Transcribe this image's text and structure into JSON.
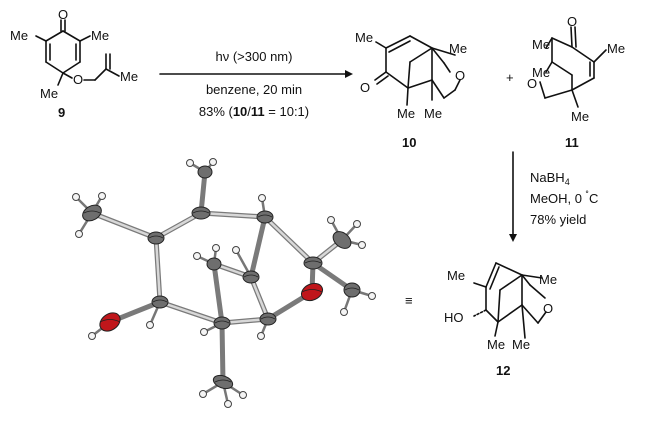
{
  "reaction1": {
    "line1_prefix": "hν (>300 nm)",
    "line2": "benzene, 20 min",
    "line3_a": "83% (",
    "line3_b": "10",
    "line3_c": "/",
    "line3_d": "11",
    "line3_e": " = 10:1)"
  },
  "reaction2": {
    "reagent": "NaBH",
    "reagent_sub": "4",
    "line2_a": "MeOH, 0 ",
    "line2_deg": "˚",
    "line2_b": "C",
    "line3": "78% yield"
  },
  "compounds": {
    "c9": "9",
    "c10": "10",
    "c11": "11",
    "c12": "12",
    "plus": "+"
  },
  "atoms": {
    "O": "O",
    "Me": "Me",
    "HO": "HO",
    "equiv": "≡"
  },
  "colors": {
    "oxygen": "#c0161b",
    "carbon": "#6e6e6e",
    "hydrogen": "#f4f4f4",
    "bond": "#111111"
  }
}
